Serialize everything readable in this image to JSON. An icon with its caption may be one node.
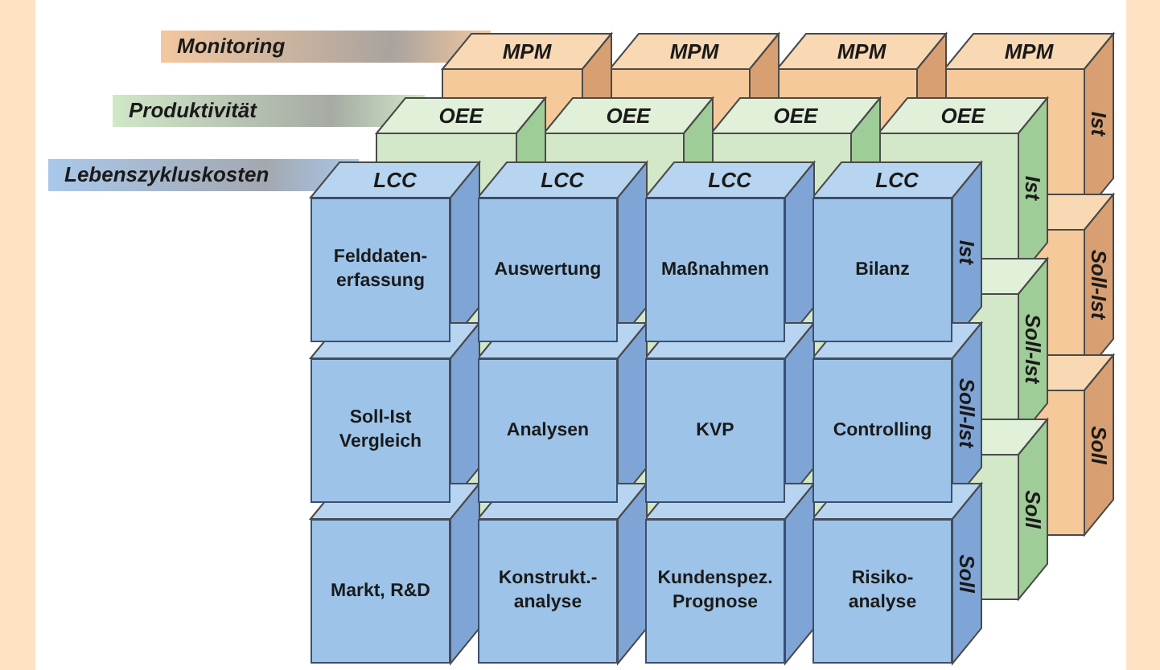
{
  "diagram": {
    "nodes": [
      {
        "text": [
          "Felddaten- erfassung"
        ]
      },
      {
        "text": [
          "Auswertung"
        ]
      },
      {
        "text": [
          "Maßnahmen"
        ]
      },
      {
        "text": [
          "Bilanz"
        ]
      },
      {
        "text": [
          "Soll-Ist Vergleich"
        ]
      },
      {
        "text": [
          "Analysen"
        ]
      },
      {
        "text": [
          "KVP"
        ]
      },
      {
        "text": [
          "Controlling"
        ]
      },
      {
        "text": [
          "Markt, R&D"
        ]
      },
      {
        "text": [
          "Konstrukt.- analyse"
        ]
      },
      {
        "text": [
          "Kundenspez. Prognose"
        ]
      },
      {
        "text": [
          "Risiko- analyse"
        ]
      }
    ],
    "labels": [
      "Monitoring",
      "MPM",
      "MPM",
      "MPM",
      "MPM",
      "Produktivität",
      "OEE",
      "OEE",
      "OEE",
      "OEE",
      "Lebenszykluskosten",
      "LCC",
      "LCC",
      "LCC",
      "LCC",
      "Ist",
      "Ist",
      "Ist",
      "Soll-Ist",
      "Soll-Ist",
      "Soll-Ist",
      "Soll",
      "Soll",
      "Soll"
    ]
  }
}
